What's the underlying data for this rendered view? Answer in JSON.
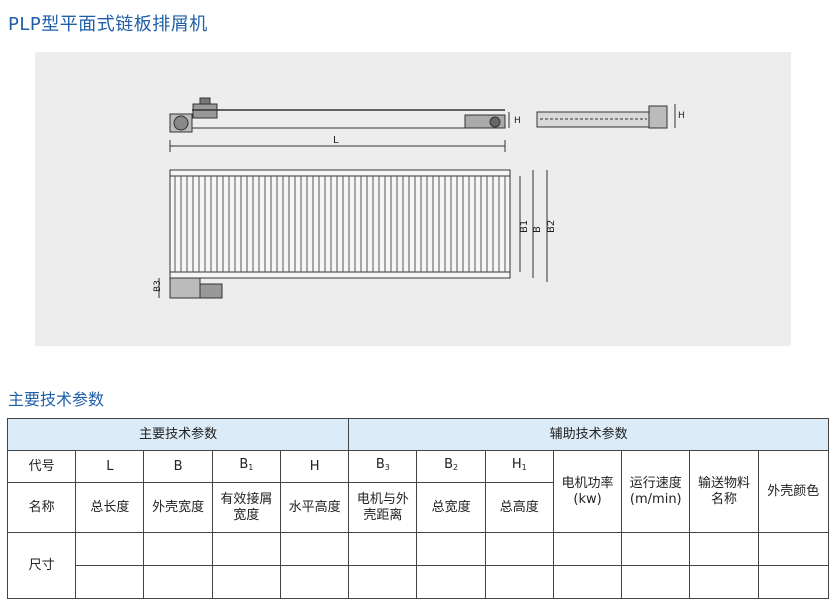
{
  "page": {
    "title": "PLP型平面式链板排屑机",
    "section_title": "主要技术参数"
  },
  "drawing": {
    "dim_L": "L",
    "dim_H": "H",
    "dim_H_side": "H",
    "dim_B1": "B1",
    "dim_B": "B",
    "dim_B2": "B2",
    "dim_B3": "B3"
  },
  "table": {
    "group_main": "主要技术参数",
    "group_aux": "辅助技术参数",
    "row_code_label": "代号",
    "row_name_label": "名称",
    "row_size_label": "尺寸",
    "codes": {
      "L": "L",
      "B": "B",
      "B1_main": "B",
      "B1_sub": "1",
      "H": "H",
      "B3_main": "B",
      "B3_sub": "3",
      "B2_main": "B",
      "B2_sub": "2",
      "H1_main": "H",
      "H1_sub": "1"
    },
    "names": {
      "L": "总长度",
      "B": "外壳宽度",
      "B1": "有效接屑宽度",
      "H": "水平高度",
      "B3": "电机与外壳距离",
      "B2": "总宽度",
      "H1": "总高度"
    },
    "aux": {
      "power": "电机功率(kw)",
      "speed": "运行速度(m/min)",
      "material": "输送物料名称",
      "color": "外壳颜色"
    }
  }
}
